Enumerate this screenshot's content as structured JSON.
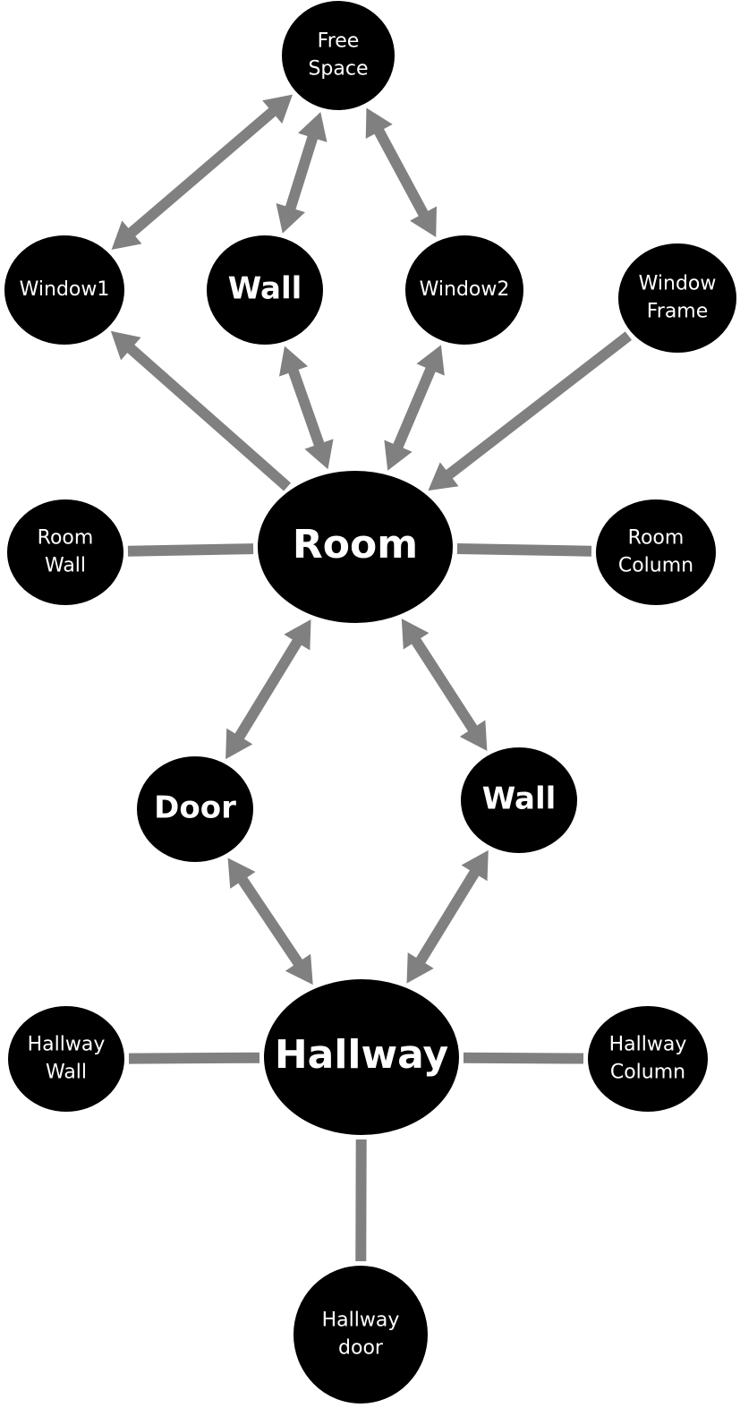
{
  "colors": {
    "node_fill": "#000000",
    "node_text": "#ffffff",
    "edge": "#808080",
    "background": "#ffffff"
  },
  "nodes": {
    "free_space": [
      "Free",
      "Space"
    ],
    "window1": [
      "Window1"
    ],
    "wall_top": [
      "Wall"
    ],
    "window2": [
      "Window2"
    ],
    "window_frame": [
      "Window",
      "Frame"
    ],
    "room_wall": [
      "Room",
      "Wall"
    ],
    "room": [
      "Room"
    ],
    "room_column": [
      "Room",
      "Column"
    ],
    "door": [
      "Door"
    ],
    "wall_mid": [
      "Wall"
    ],
    "hallway_wall": [
      "Hallway",
      "Wall"
    ],
    "hallway": [
      "Hallway"
    ],
    "hallway_column": [
      "Hallway",
      "Column"
    ],
    "hallway_door": [
      "Hallway",
      "door"
    ]
  },
  "edges": [
    {
      "from": "free_space",
      "to": "window1",
      "type": "bidirectional"
    },
    {
      "from": "free_space",
      "to": "wall_top",
      "type": "bidirectional"
    },
    {
      "from": "free_space",
      "to": "window2",
      "type": "bidirectional"
    },
    {
      "from": "room",
      "to": "window1",
      "type": "directed"
    },
    {
      "from": "room",
      "to": "wall_top",
      "type": "bidirectional"
    },
    {
      "from": "room",
      "to": "window2",
      "type": "bidirectional"
    },
    {
      "from": "window_frame",
      "to": "room",
      "type": "directed"
    },
    {
      "from": "room_wall",
      "to": "room",
      "type": "undirected"
    },
    {
      "from": "room",
      "to": "room_column",
      "type": "undirected"
    },
    {
      "from": "room",
      "to": "door",
      "type": "bidirectional"
    },
    {
      "from": "room",
      "to": "wall_mid",
      "type": "bidirectional"
    },
    {
      "from": "door",
      "to": "hallway",
      "type": "bidirectional"
    },
    {
      "from": "wall_mid",
      "to": "hallway",
      "type": "bidirectional"
    },
    {
      "from": "hallway_wall",
      "to": "hallway",
      "type": "undirected"
    },
    {
      "from": "hallway",
      "to": "hallway_column",
      "type": "undirected"
    },
    {
      "from": "hallway",
      "to": "hallway_door",
      "type": "undirected"
    }
  ]
}
